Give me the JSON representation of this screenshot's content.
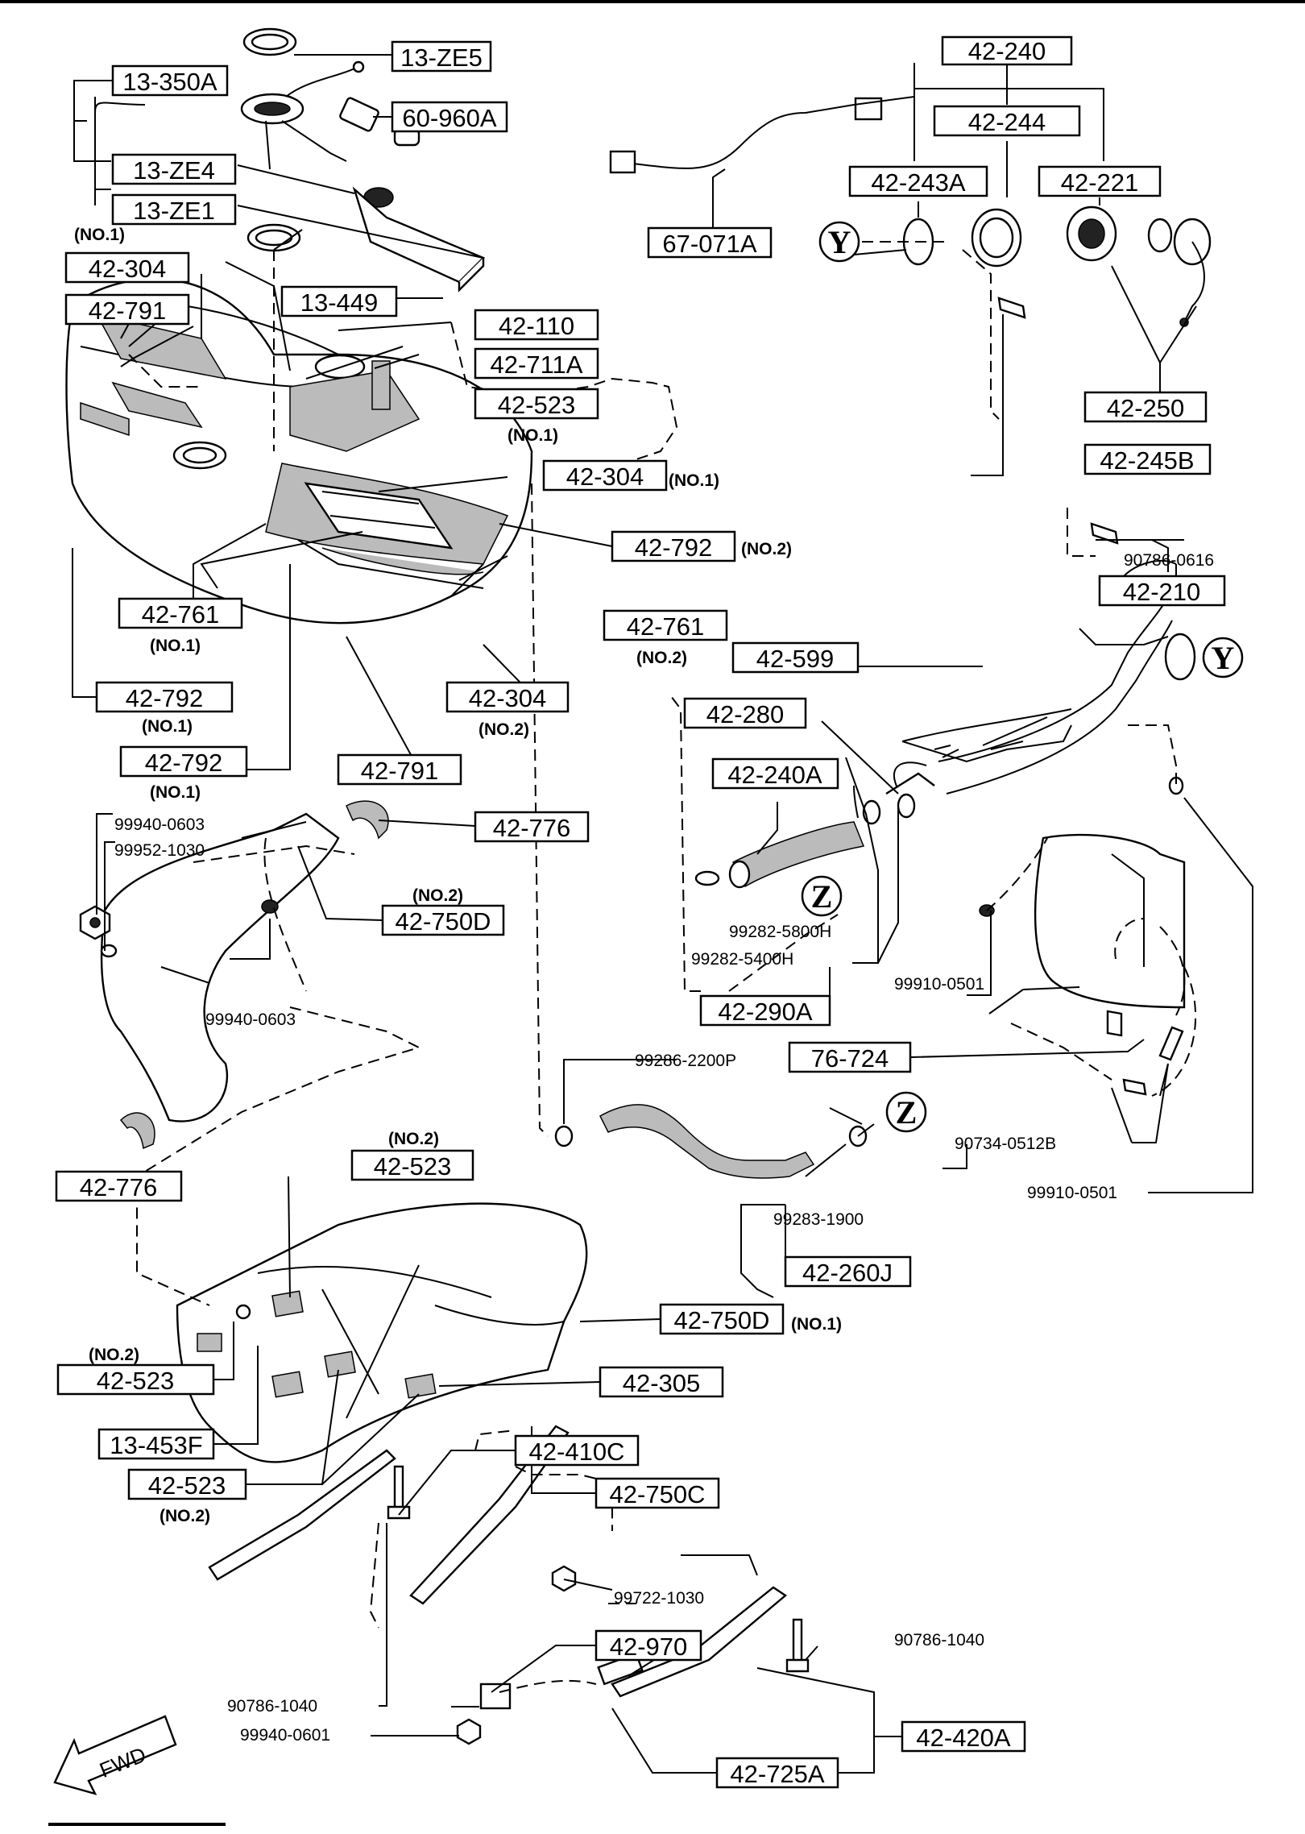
{
  "boxed_labels": {
    "b13_350A": "13-350A",
    "b13_ZE5": "13-ZE5",
    "b60_960A": "60-960A",
    "b13_ZE4": "13-ZE4",
    "b13_ZE1": "13-ZE1",
    "b42_304a": "42-304",
    "b42_791a": "42-791",
    "b13_449": "13-449",
    "b42_110": "42-110",
    "b42_711A": "42-711A",
    "b42_523a": "42-523",
    "b42_304b": "42-304",
    "b42_792a": "42-792",
    "b42_761a": "42-761",
    "b42_761b": "42-761",
    "b42_792b": "42-792",
    "b42_304c": "42-304",
    "b42_792c": "42-792",
    "b42_791b": "42-791",
    "b42_776a": "42-776",
    "b42_750Da": "42-750D",
    "b42_776b": "42-776",
    "b42_523b": "42-523",
    "b42_750Db": "42-750D",
    "b42_523c": "42-523",
    "b42_305": "42-305",
    "b13_453F": "13-453F",
    "b42_523d": "42-523",
    "b42_410C": "42-410C",
    "b42_750C": "42-750C",
    "b42_970": "42-970",
    "b42_725A": "42-725A",
    "b42_420A": "42-420A",
    "b42_240": "42-240",
    "b42_244": "42-244",
    "b42_243A": "42-243A",
    "b42_221": "42-221",
    "b67_071A": "67-071A",
    "b42_250": "42-250",
    "b42_245B": "42-245B",
    "b42_210": "42-210",
    "b42_599": "42-599",
    "b42_280": "42-280",
    "b42_240A": "42-240A",
    "b42_290A": "42-290A",
    "b76_724": "76-724",
    "b42_260J": "42-260J"
  },
  "plain_labels": {
    "p99940_0603a": "99940-0603",
    "p99952_1030": "99952-1030",
    "p99940_0603b": "99940-0603",
    "p99282_5800H": "99282-5800H",
    "p99282_5400H": "99282-5400H",
    "p99910_0501a": "99910-0501",
    "p90786_0616": "90786-0616",
    "p99286_2200P": "99286-2200P",
    "p99283_1900": "99283-1900",
    "p90734_0512B": "90734-0512B",
    "p99910_0501b": "99910-0501",
    "p99722_1030": "99722-1030",
    "p90786_1040a": "90786-1040",
    "p90786_1040b": "90786-1040",
    "p99940_0601": "99940-0601"
  },
  "notes": {
    "n1": "(NO.1)",
    "n2": "(NO.1)",
    "n3": "(NO.1)",
    "n4": "(NO.2)",
    "n5": "(NO.1)",
    "n6": "(NO.2)",
    "n7": "(NO.2)",
    "n8": "(NO.1)",
    "n9": "(NO.1)",
    "n10": "(NO.2)",
    "n11": "(NO.2)",
    "n12": "(NO.1)",
    "n13": "(NO.2)",
    "n14": "(NO.2)"
  },
  "callouts": {
    "y1": "Y",
    "y2": "Y",
    "z1": "Z",
    "z2": "Z"
  },
  "fwd": "FWD"
}
